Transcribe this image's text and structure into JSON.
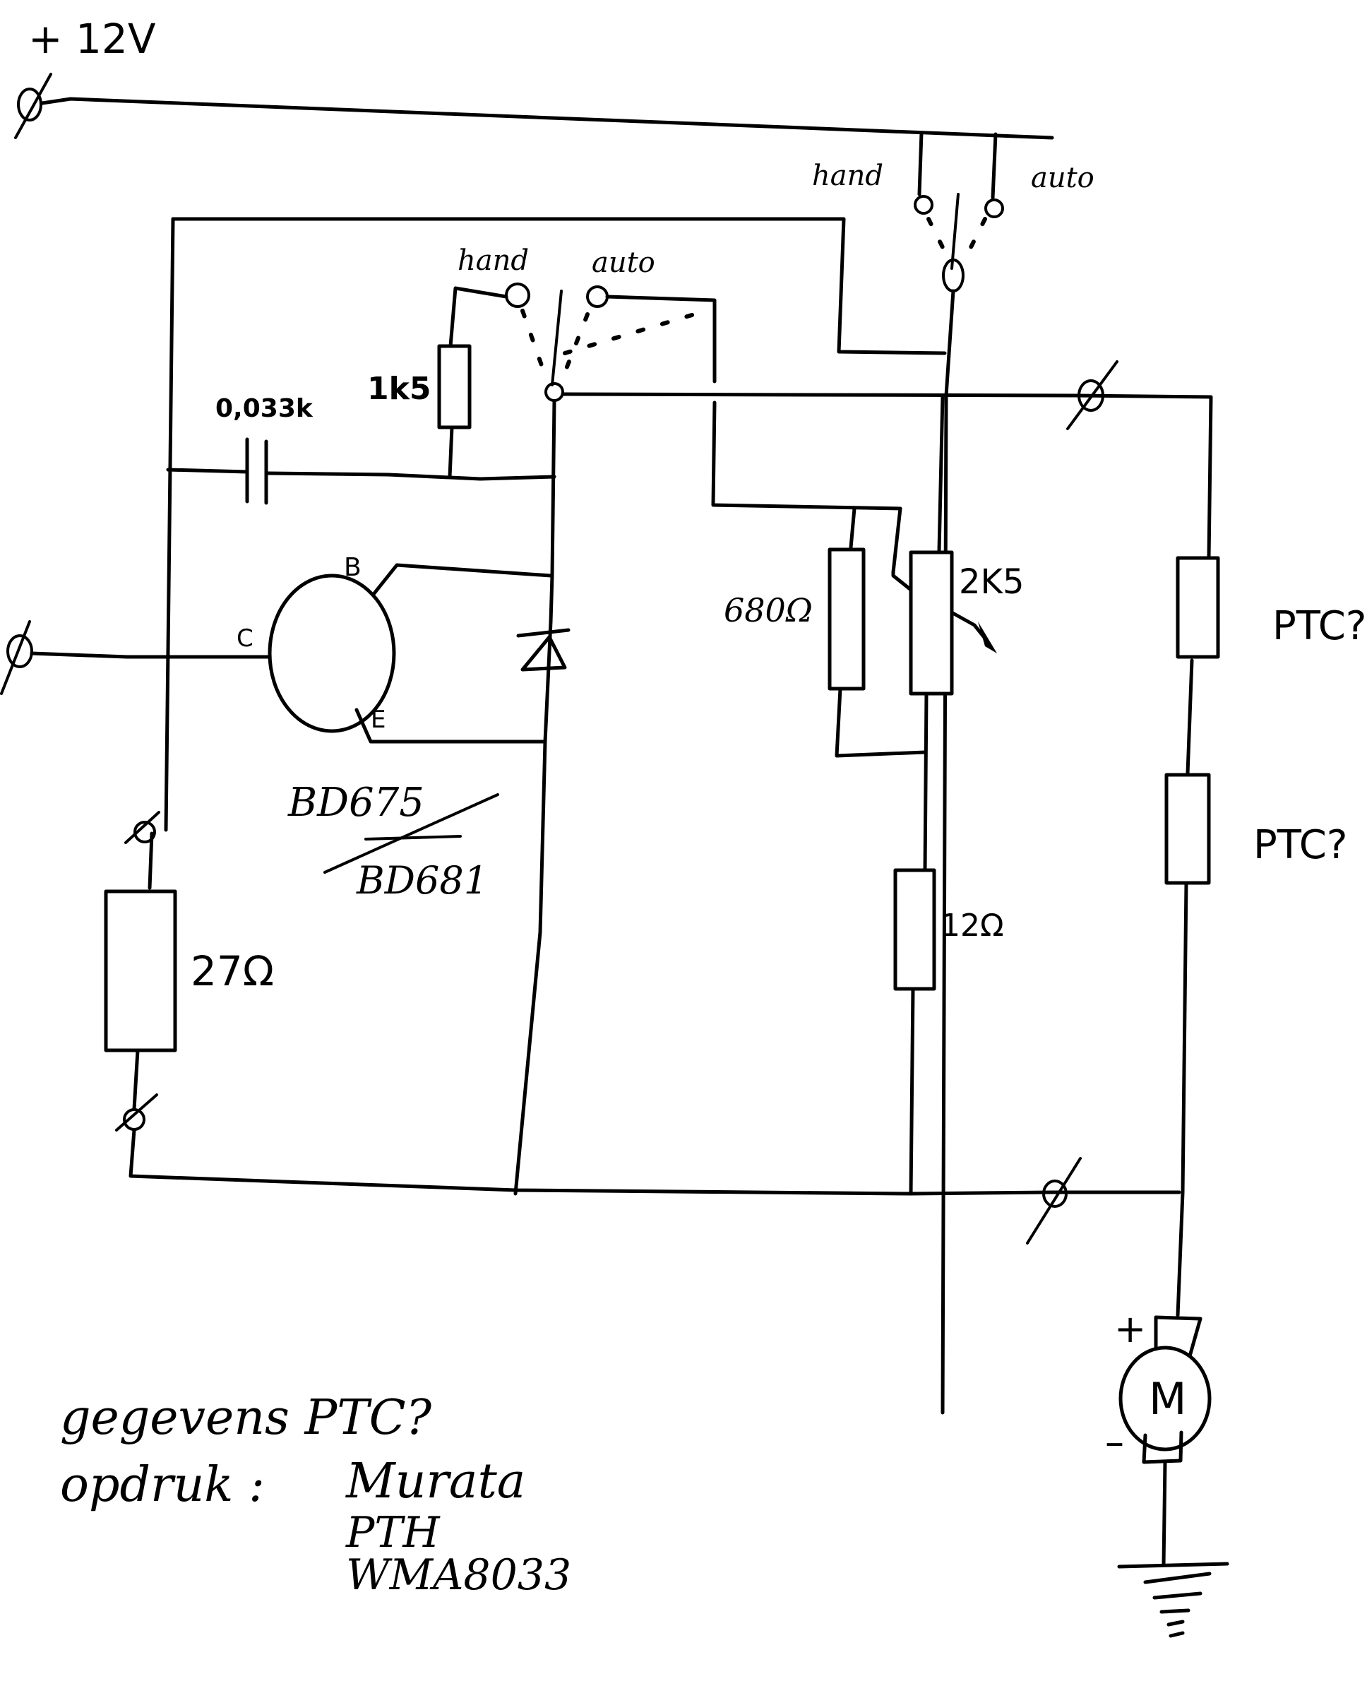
{
  "supply": {
    "label": "+ 12V"
  },
  "switch_main": {
    "hand_label": "hand",
    "auto_label": "auto"
  },
  "switch_aux": {
    "hand_label": "hand",
    "auto_label": "auto"
  },
  "capacitor": {
    "value": "0,033k"
  },
  "resistor_1k5": {
    "value": "1k5"
  },
  "transistor": {
    "pin_b": "B",
    "pin_c": "C",
    "pin_e": "E",
    "type_old": "BD675",
    "type_new": "BD681"
  },
  "resistor_680": {
    "value": "680Ω"
  },
  "potentiometer": {
    "value": "2K5"
  },
  "resistor_12": {
    "value": "12Ω"
  },
  "resistor_27": {
    "value": "27Ω"
  },
  "ptc_1": {
    "label": "PTC?"
  },
  "ptc_2": {
    "label": "PTC?"
  },
  "motor": {
    "letter": "M",
    "plus": "+",
    "minus": "–"
  },
  "notes": {
    "line1": "gegevens PTC?",
    "line2_label": "opdruk :",
    "marking": [
      "Murata",
      "PTH",
      "WMA8033"
    ]
  },
  "colors": {
    "ink": "#000000",
    "paper": "#ffffff"
  }
}
